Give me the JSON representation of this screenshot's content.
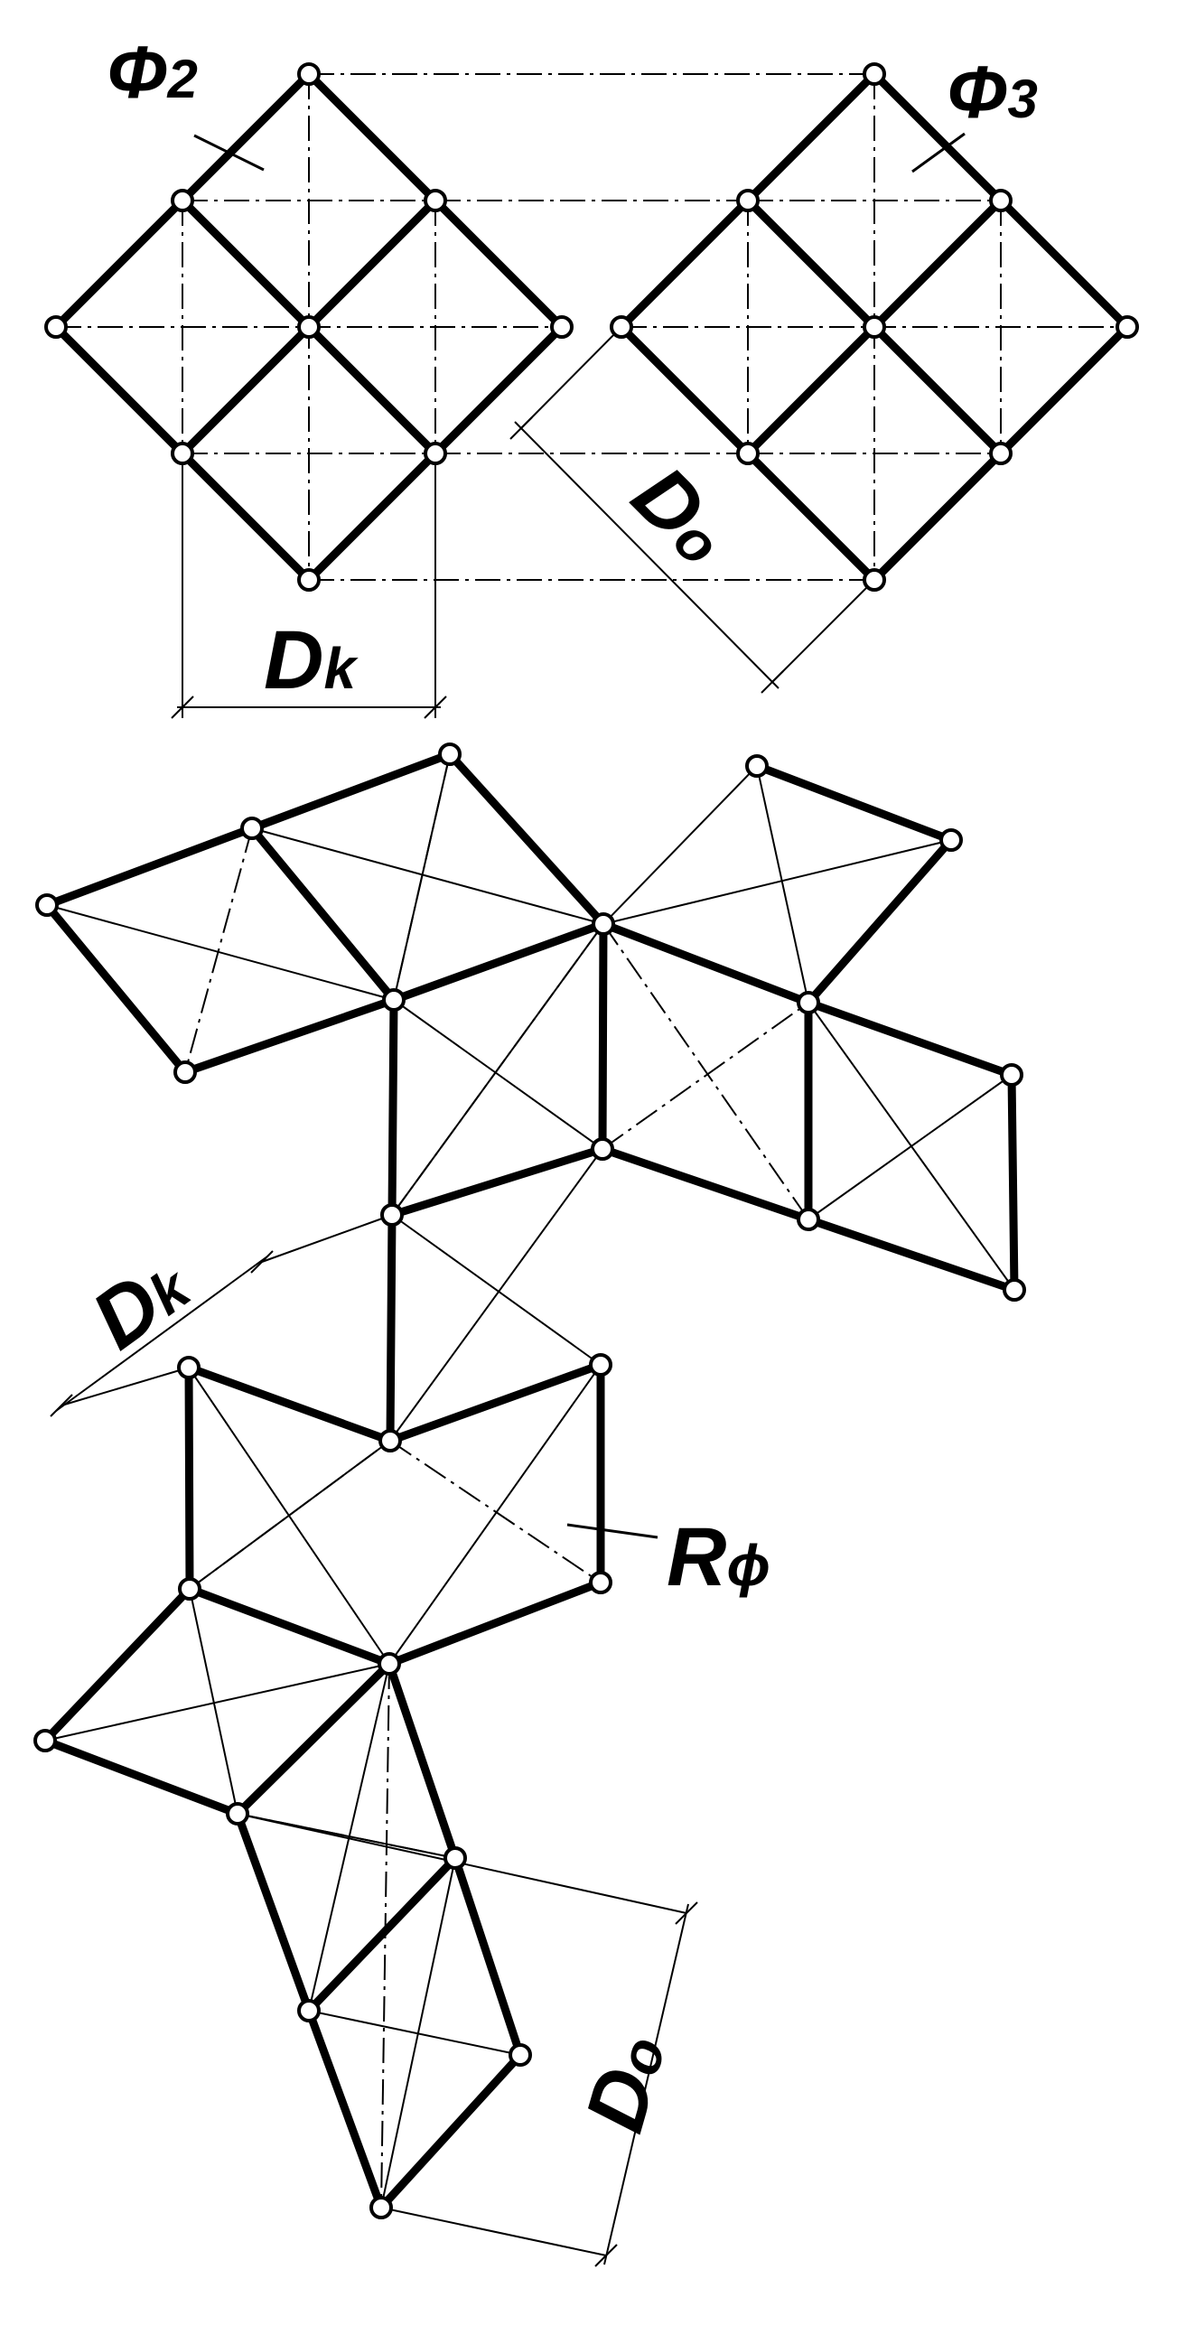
{
  "labels": {
    "phi2": {
      "main": "Φ",
      "sub": "2"
    },
    "phi3": {
      "main": "Φ",
      "sub": "3"
    },
    "dk_top": {
      "main": "D",
      "sub": "k"
    },
    "do_top": {
      "main": "D",
      "sub": "o"
    },
    "dk_bottom": {
      "main": "D",
      "sub": "k"
    },
    "rphi": {
      "main": "R",
      "sub": "ϕ"
    },
    "do_bottom": {
      "main": "D",
      "sub": "o"
    }
  },
  "colors": {
    "ink": "#000000",
    "paper": "#ffffff"
  }
}
